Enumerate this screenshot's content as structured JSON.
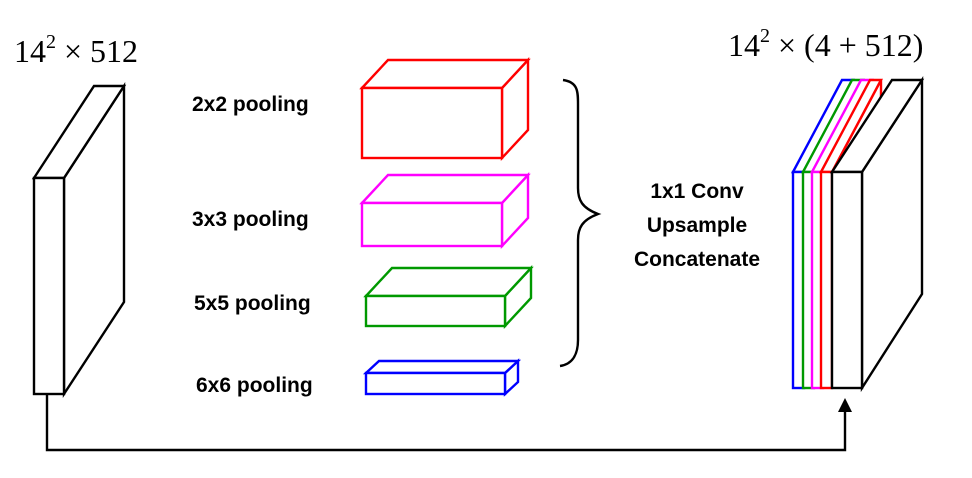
{
  "input_block": {
    "label_base": "14",
    "label_exp": "2",
    "label_rest": " × 512",
    "color": "#000000"
  },
  "output_block": {
    "label_base": "14",
    "label_exp": "2",
    "label_rest": " × (4 + 512)",
    "layer_colors": [
      "#0000ff",
      "#009900",
      "#ff00ff",
      "#ff0000",
      "#000000"
    ]
  },
  "pooling_branches": [
    {
      "label": "2x2 pooling",
      "color": "#ff0000"
    },
    {
      "label": "3x3 pooling",
      "color": "#ff00ff"
    },
    {
      "label": "5x5 pooling",
      "color": "#009900"
    },
    {
      "label": "6x6 pooling",
      "color": "#0000ff"
    }
  ],
  "operations": {
    "lines": [
      "1x1 Conv",
      "Upsample",
      "Concatenate"
    ]
  }
}
